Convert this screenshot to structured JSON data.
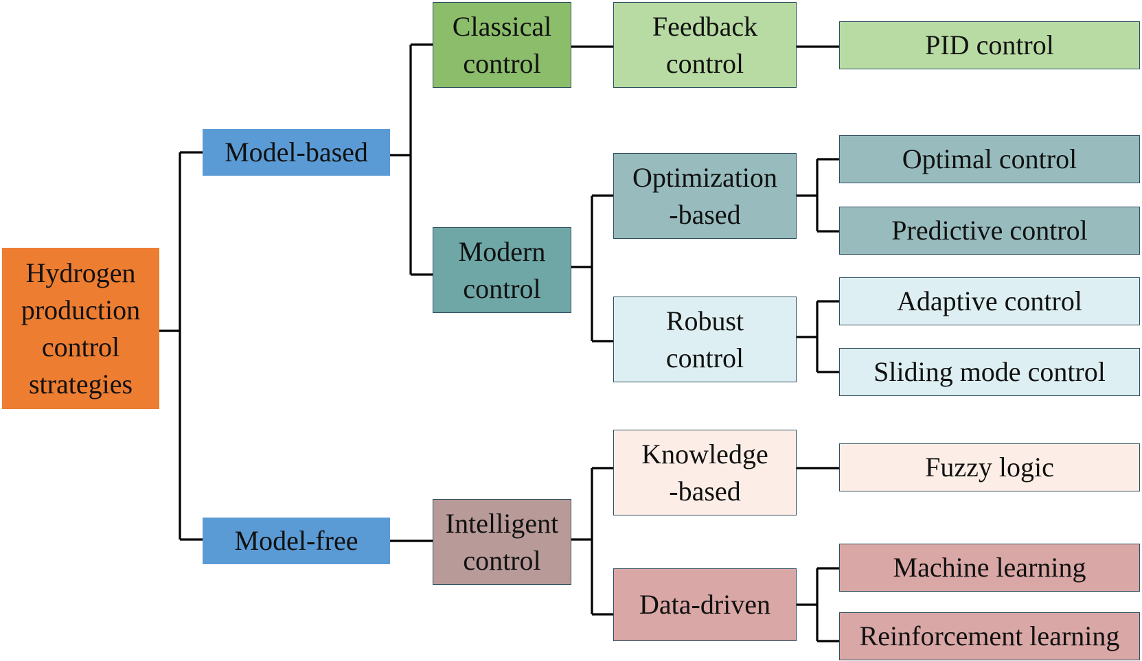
{
  "diagram": {
    "root": {
      "label": "Hydrogen\nproduction\ncontrol\nstrategies",
      "color": "#ED7D31"
    },
    "model_based": {
      "label": "Model-based",
      "color": "#5B9BD5"
    },
    "model_free": {
      "label": "Model-free",
      "color": "#5B9BD5"
    },
    "classical_control": {
      "label": "Classical\ncontrol",
      "color": "#8BBD6B"
    },
    "modern_control": {
      "label": "Modern\ncontrol",
      "color": "#6FA6A6"
    },
    "intelligent_control": {
      "label": "Intelligent\ncontrol",
      "color": "#B89A98"
    },
    "feedback_control": {
      "label": "Feedback\ncontrol",
      "color": "#B8DBA3"
    },
    "optimization_based": {
      "label": "Optimization\n-based",
      "color": "#98BCBE"
    },
    "robust_control": {
      "label": "Robust\ncontrol",
      "color": "#DDEFF2"
    },
    "knowledge_based": {
      "label": "Knowledge\n-based",
      "color": "#FCEEE6"
    },
    "data_driven": {
      "label": "Data-driven",
      "color": "#D9A7A5"
    },
    "pid_control": {
      "label": "PID control",
      "color": "#B8DBA3"
    },
    "optimal_control": {
      "label": "Optimal control",
      "color": "#98BCBE"
    },
    "predictive_control": {
      "label": "Predictive control",
      "color": "#98BCBE"
    },
    "adaptive_control": {
      "label": "Adaptive control",
      "color": "#DDEFF2"
    },
    "sliding_mode_control": {
      "label": "Sliding mode control",
      "color": "#DDEFF2"
    },
    "fuzzy_logic": {
      "label": "Fuzzy logic",
      "color": "#FCEEE6"
    },
    "machine_learning": {
      "label": "Machine learning",
      "color": "#D9A7A5"
    },
    "reinforcement_learning": {
      "label": "Reinforcement learning",
      "color": "#D9A7A5"
    }
  }
}
